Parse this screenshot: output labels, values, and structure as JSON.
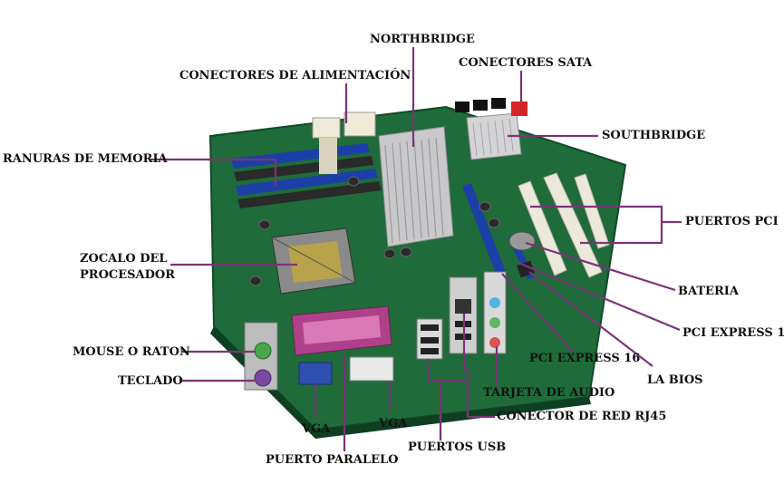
{
  "colors": {
    "background": "#ffffff",
    "pointer_line": "#7b3478",
    "pcb": "#1f6b3a",
    "pcb_dark": "#114a27",
    "label_text": "#111111",
    "heatsink": "#c9c9cb",
    "memory_slot_blue": "#1d3fa8",
    "pci_slot_white": "#ece8dc",
    "port_purple": "#7a4aa0",
    "port_green": "#4aa64a",
    "parallel_port_magenta": "#b0408a"
  },
  "labels": {
    "northbridge": "NORTHBRIDGE",
    "conectores_alimentacion": "CONECTORES DE ALIMENTACIÓN",
    "conectores_sata": "CONECTORES SATA",
    "ranuras_memoria": "RANURAS DE MEMORIA",
    "southbridge": "SOUTHBRIDGE",
    "puertos_pci": "PUERTOS PCI",
    "zocalo_line1": "ZOCALO DEL",
    "zocalo_line2": "PROCESADOR",
    "bateria": "BATERIA",
    "pci_express_1": "PCI EXPRESS 1",
    "mouse": "MOUSE O RATON",
    "pci_express_16": "PCI EXPRESS 16",
    "la_bios": "LA BIOS",
    "teclado": "TECLADO",
    "tarjeta_audio": "TARJETA DE AUDIO",
    "conector_red": "CONECTOR DE RED RJ45",
    "vga_left": "VGA",
    "vga_right": "VGA",
    "puertos_usb": "PUERTOS USB",
    "puerto_paralelo": "PUERTO PARALELO"
  },
  "icons": {
    "motherboard": "motherboard-illustration"
  }
}
